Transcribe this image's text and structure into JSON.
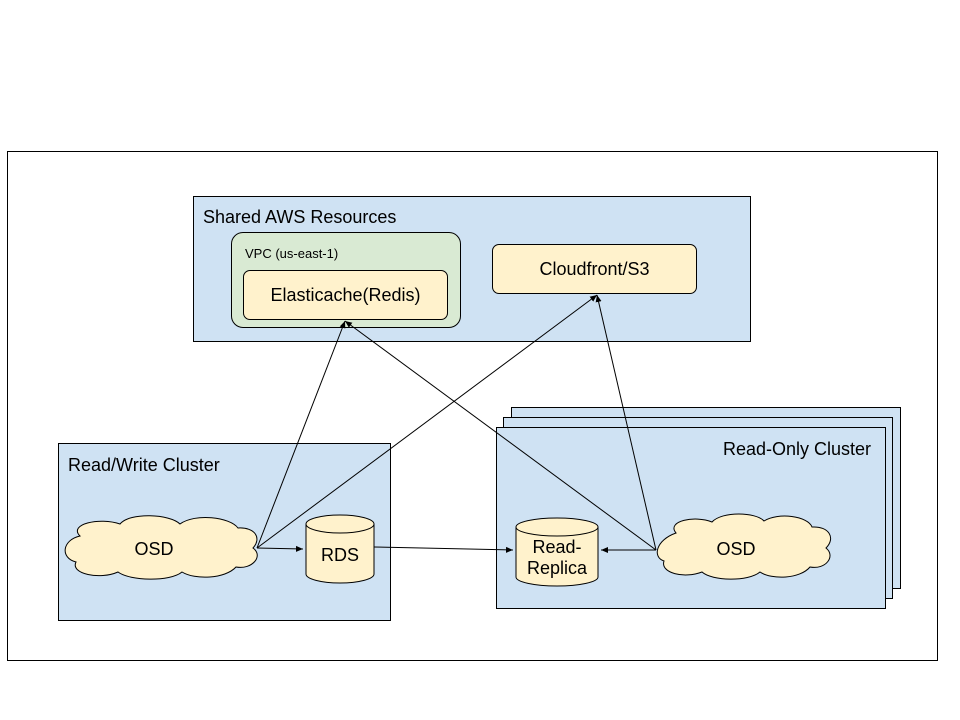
{
  "diagram": {
    "shared_resources": {
      "title": "Shared AWS Resources"
    },
    "vpc": {
      "title": "VPC (us-east-1)"
    },
    "elasticache": {
      "label": "Elasticache(Redis)"
    },
    "cloudfront": {
      "label": "Cloudfront/S3"
    },
    "read_write_cluster": {
      "title": "Read/Write Cluster",
      "osd": {
        "label": "OSD"
      },
      "rds": {
        "label": "RDS"
      }
    },
    "read_only_cluster": {
      "title": "Read-Only Cluster",
      "osd": {
        "label": "OSD"
      },
      "replica": {
        "label": "Read-\nReplica"
      }
    },
    "colors": {
      "container_fill": "#cfe2f3",
      "vpc_fill": "#d9ead3",
      "node_fill": "#fff2cc",
      "stroke": "#000000"
    }
  }
}
